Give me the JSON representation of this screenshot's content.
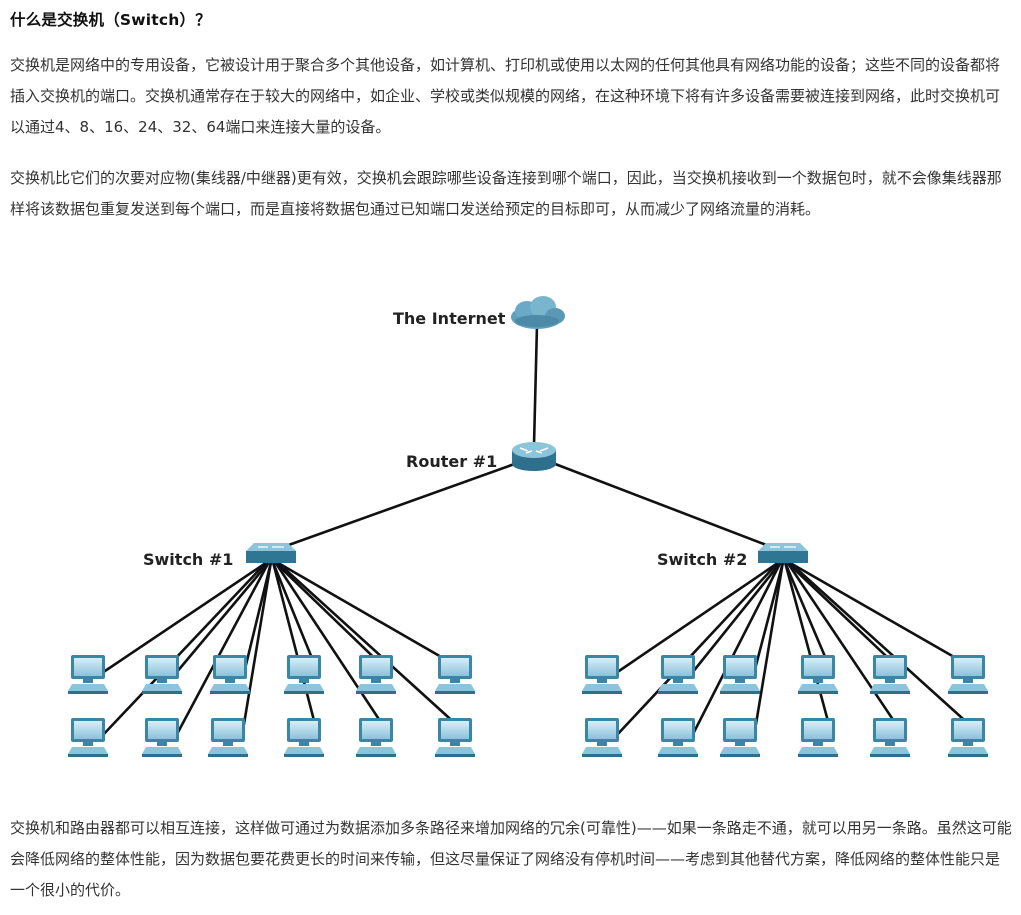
{
  "article": {
    "heading": "什么是交换机（Switch）？",
    "paragraphs": [
      "交换机是网络中的专用设备，它被设计用于聚合多个其他设备，如计算机、打印机或使用以太网的任何其他具有网络功能的设备；这些不同的设备都将插入交换机的端口。交换机通常存在于较大的网络中，如企业、学校或类似规模的网络，在这种环境下将有许多设备需要被连接到网络，此时交换机可以通过4、8、16、24、32、64端口来连接大量的设备。",
      "交换机比它们的次要对应物(集线器/中继器)更有效，交换机会跟踪哪些设备连接到哪个端口，因此，当交换机接收到一个数据包时，就不会像集线器那样将该数据包重复发送到每个端口，而是直接将数据包通过已知端口发送给预定的目标即可，从而减少了网络流量的消耗。",
      "交换机和路由器都可以相互连接，这样做可通过为数据添加多条路径来增加网络的冗余(可靠性)——如果一条路走不通，就可以用另一条路。虽然这可能会降低网络的整体性能，因为数据包要花费更长的时间来传输，但这尽量保证了网络没有停机时间——考虑到其他替代方案，降低网络的整体性能只是一个很小的代价。"
    ]
  },
  "diagram": {
    "internet_label": "The Internet",
    "router_label": "Router #1",
    "switch1_label": "Switch #1",
    "switch2_label": "Switch #2",
    "computers_per_switch": 12,
    "colors": {
      "line": "#111111",
      "device_blue": "#4f9bb8",
      "device_dark": "#2d6f8c",
      "cloud": "#5e9fbd"
    }
  }
}
